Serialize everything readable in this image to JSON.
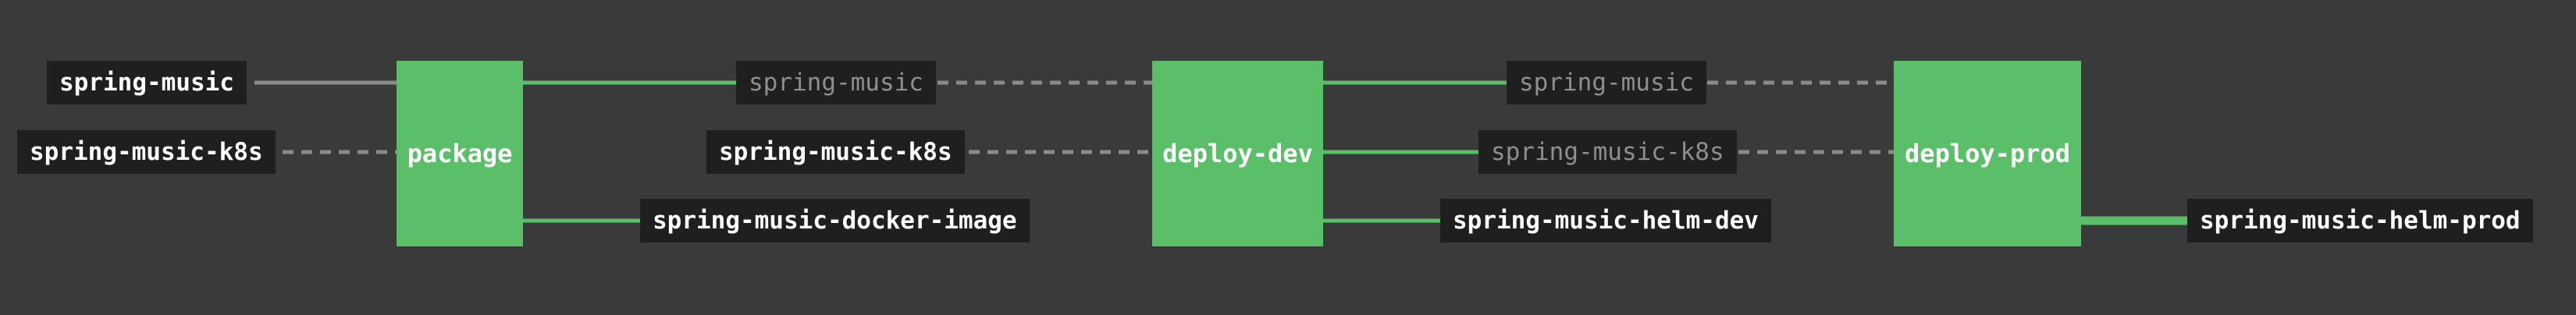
{
  "colors": {
    "background": "#3a3a3a",
    "job_green": "#5bbf6a",
    "resource_box": "#1f1f1f",
    "edge_green": "#5bbf6a",
    "edge_gray": "#8a8a8a",
    "dim_text": "#8f8f8f"
  },
  "jobs": {
    "package": "package",
    "deploy_dev": "deploy-dev",
    "deploy_prod": "deploy-prod"
  },
  "resources": {
    "spring_music_in": "spring-music",
    "spring_music_k8s_in": "spring-music-k8s",
    "spring_music_mid": "spring-music",
    "spring_music_k8s_mid": "spring-music-k8s",
    "docker_image": "spring-music-docker-image",
    "spring_music_right": "spring-music",
    "spring_music_k8s_right": "spring-music-k8s",
    "helm_dev": "spring-music-helm-dev",
    "helm_prod": "spring-music-helm-prod"
  }
}
